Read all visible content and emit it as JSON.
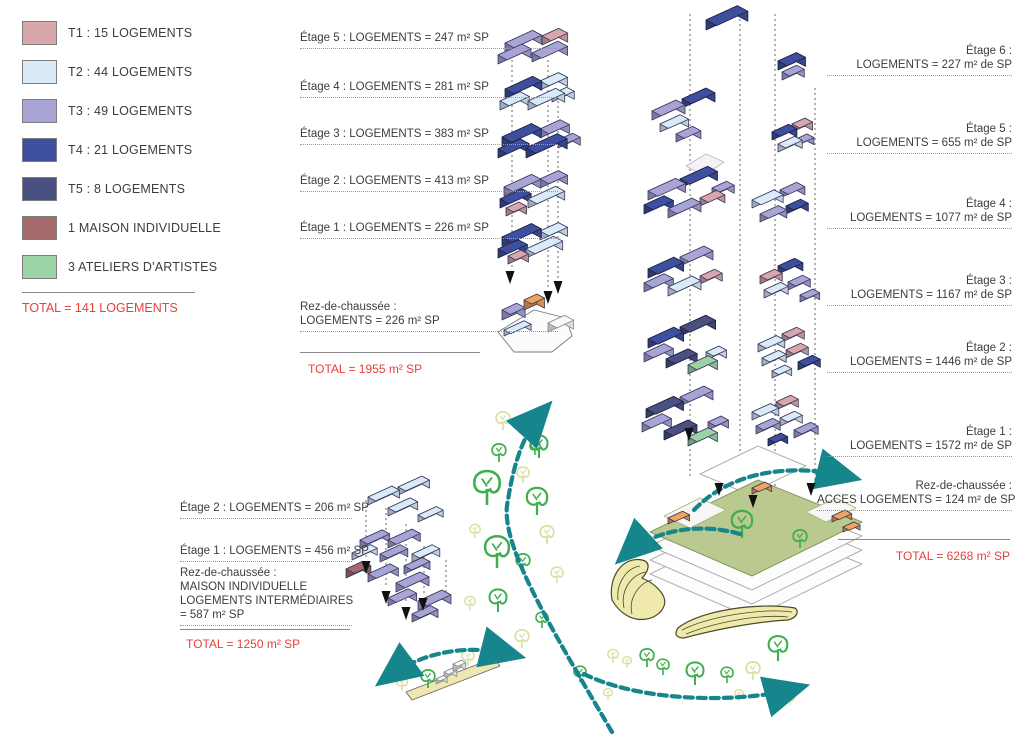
{
  "legend": {
    "items": [
      {
        "label": "T1 : 15 LOGEMENTS",
        "color": "#d9a7ab"
      },
      {
        "label": "T2 : 44 LOGEMENTS",
        "color": "#d9eaf8"
      },
      {
        "label": "T3 : 49 LOGEMENTS",
        "color": "#a8a4d6"
      },
      {
        "label": "T4 : 21 LOGEMENTS",
        "color": "#3f4f9f"
      },
      {
        "label": "T5 : 8 LOGEMENTS",
        "color": "#4a5080"
      },
      {
        "label": "1 MAISON INDIVIDUELLE",
        "color": "#a56a6e"
      },
      {
        "label": "3 ATELIERS D'ARTISTES",
        "color": "#9cd3a5"
      }
    ],
    "total": "TOTAL = 141 LOGEMENTS"
  },
  "mid": {
    "floors": [
      "Étage 5 : LOGEMENTS = 247 m² SP",
      "Étage 4 : LOGEMENTS = 281 m² SP",
      "Étage 3 : LOGEMENTS = 383 m² SP",
      "Étage 2 : LOGEMENTS = 413 m² SP",
      "Étage 1 : LOGEMENTS = 226 m² SP"
    ],
    "rdc_line1": "Rez-de-chaussée :",
    "rdc_line2": "LOGEMENTS  = 226 m² SP",
    "total": "TOTAL = 1955 m² SP"
  },
  "right": {
    "floors": [
      {
        "l1": "Étage 6 :",
        "l2": "LOGEMENTS = 227 m² de SP"
      },
      {
        "l1": "Étage 5 :",
        "l2": "LOGEMENTS = 655 m² de SP"
      },
      {
        "l1": "Étage 4 :",
        "l2": "LOGEMENTS = 1077 m² de SP"
      },
      {
        "l1": "Étage 3 :",
        "l2": "LOGEMENTS = 1167 m² de SP"
      },
      {
        "l1": "Étage 2 :",
        "l2": "LOGEMENTS = 1446 m² de SP"
      },
      {
        "l1": "Étage 1 :",
        "l2": "LOGEMENTS = 1572 m² de SP"
      }
    ],
    "rdc_line1": "Rez-de-chaussée :",
    "rdc_line2": "ACCES LOGEMENTS = 124 m² de SP",
    "total": "TOTAL = 6268 m² SP"
  },
  "left": {
    "floors": [
      "Étage 2 : LOGEMENTS = 206 m² SP",
      "Étage 1 : LOGEMENTS = 456 m² SP"
    ],
    "rdc_lines": [
      "Rez-de-chaussée :",
      "MAISON INDIVIDUELLE",
      "LOGEMENTS INTERMÉDIAIRES",
      "= 587 m² SP"
    ],
    "total": "TOTAL = 1250 m² SP"
  },
  "palette": {
    "teal_arrow": "#16858c",
    "total_red": "#e8403a",
    "roof_green": "#b9c990",
    "access_orange": "#f2a45a",
    "tree_green": "#3fae4e",
    "tree_pale": "#dcdfa0",
    "landform_yellow": "#efe9ad"
  }
}
